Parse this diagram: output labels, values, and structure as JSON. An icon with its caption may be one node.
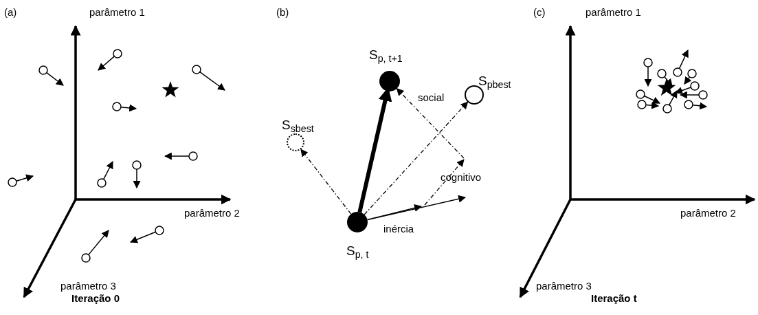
{
  "diagram": {
    "nodes": [
      {
        "text": [
          "S$_{p, t+1}$"
        ]
      },
      {
        "text": [
          "S$_{pbest}$"
        ]
      },
      {
        "text": [
          "S$_{sbest}$"
        ]
      },
      {
        "text": [
          "S$_{p, t}$"
        ]
      }
    ],
    "edges": [
      {
        "from": 3,
        "to": 0,
        "arrow": "to",
        "style": "thick"
      },
      {
        "from": 3,
        "to": 2,
        "arrow": "to",
        "style": "dashed"
      },
      {
        "from": 3,
        "to": 1,
        "arrow": "to",
        "style": "dashed"
      },
      {
        "from": 3,
        "to": null,
        "arrow": "to",
        "label": "inércia"
      },
      {
        "from": 3,
        "to": null,
        "arrow": "to"
      },
      {
        "from": null,
        "to": 0,
        "arrow": "to",
        "style": "dashed",
        "label": "social"
      }
    ],
    "labels": [
      "(a)",
      "parâmetro 1",
      "parâmetro 2",
      "parâmetro 3",
      "Iteração 0",
      "(b)",
      "cognitivo",
      "(c)",
      "parâmetro 1",
      "parâmetro 2",
      "parâmetro 3",
      "Iteração t"
    ]
  }
}
